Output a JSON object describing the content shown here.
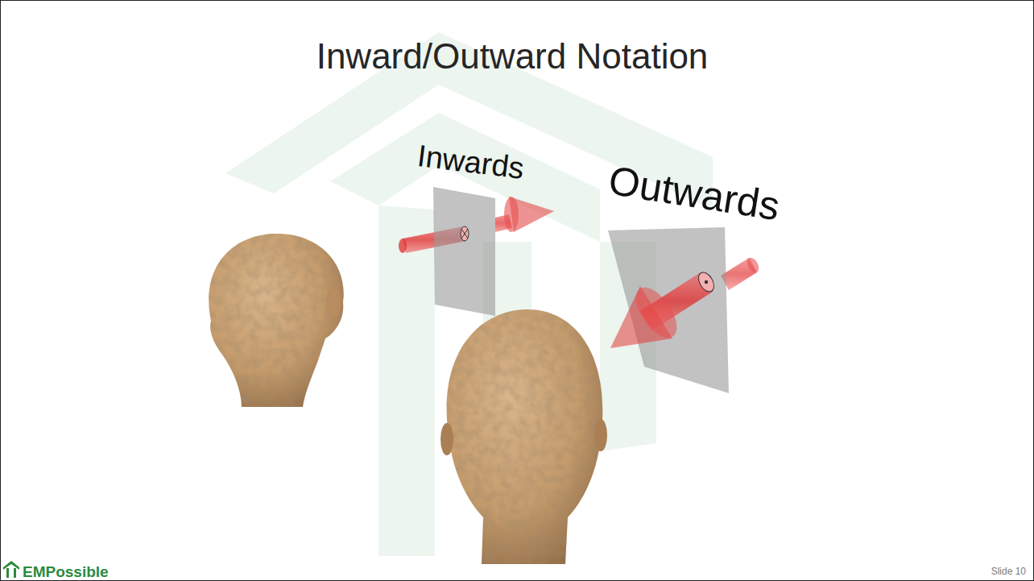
{
  "diagram": {
    "title": "Inward/Outward Notation",
    "labels": [
      "Inwards",
      "Outwards",
      "EMPossible",
      "Slide 10"
    ]
  }
}
